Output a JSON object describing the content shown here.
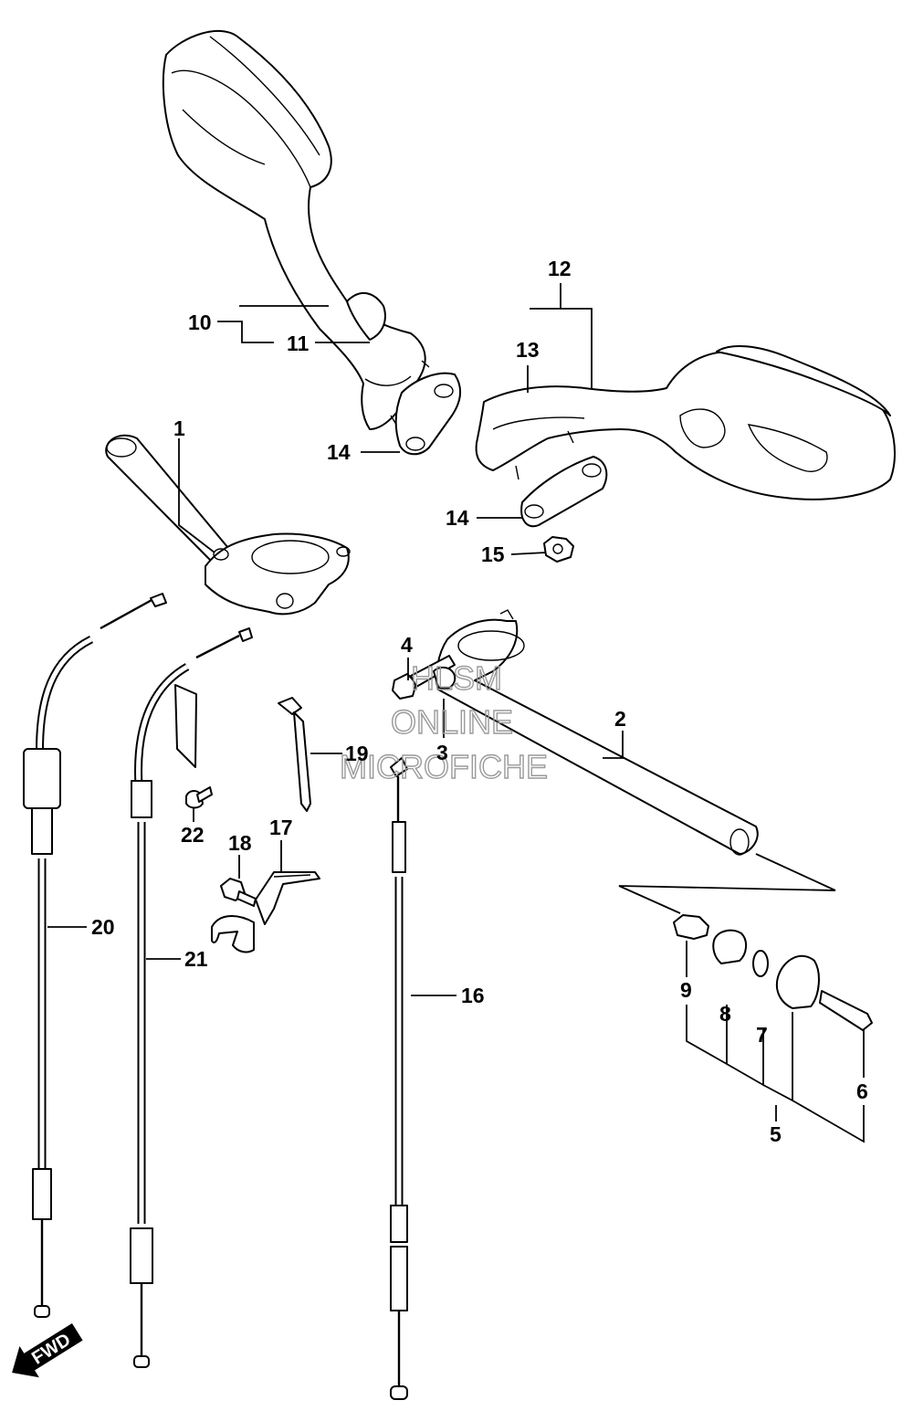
{
  "watermark": {
    "line1": "HLSM",
    "line2": "ONLINE",
    "line3": "MICROFICHE"
  },
  "fwd_label": "FWD",
  "callouts": {
    "c1": "1",
    "c2": "2",
    "c3": "3",
    "c4": "4",
    "c5": "5",
    "c6": "6",
    "c7": "7",
    "c8": "8",
    "c9": "9",
    "c10": "10",
    "c11": "11",
    "c12": "12",
    "c13": "13",
    "c14a": "14",
    "c14b": "14",
    "c15": "15",
    "c16": "16",
    "c17": "17",
    "c18": "18",
    "c19": "19",
    "c20": "20",
    "c21": "21",
    "c22": "22"
  }
}
